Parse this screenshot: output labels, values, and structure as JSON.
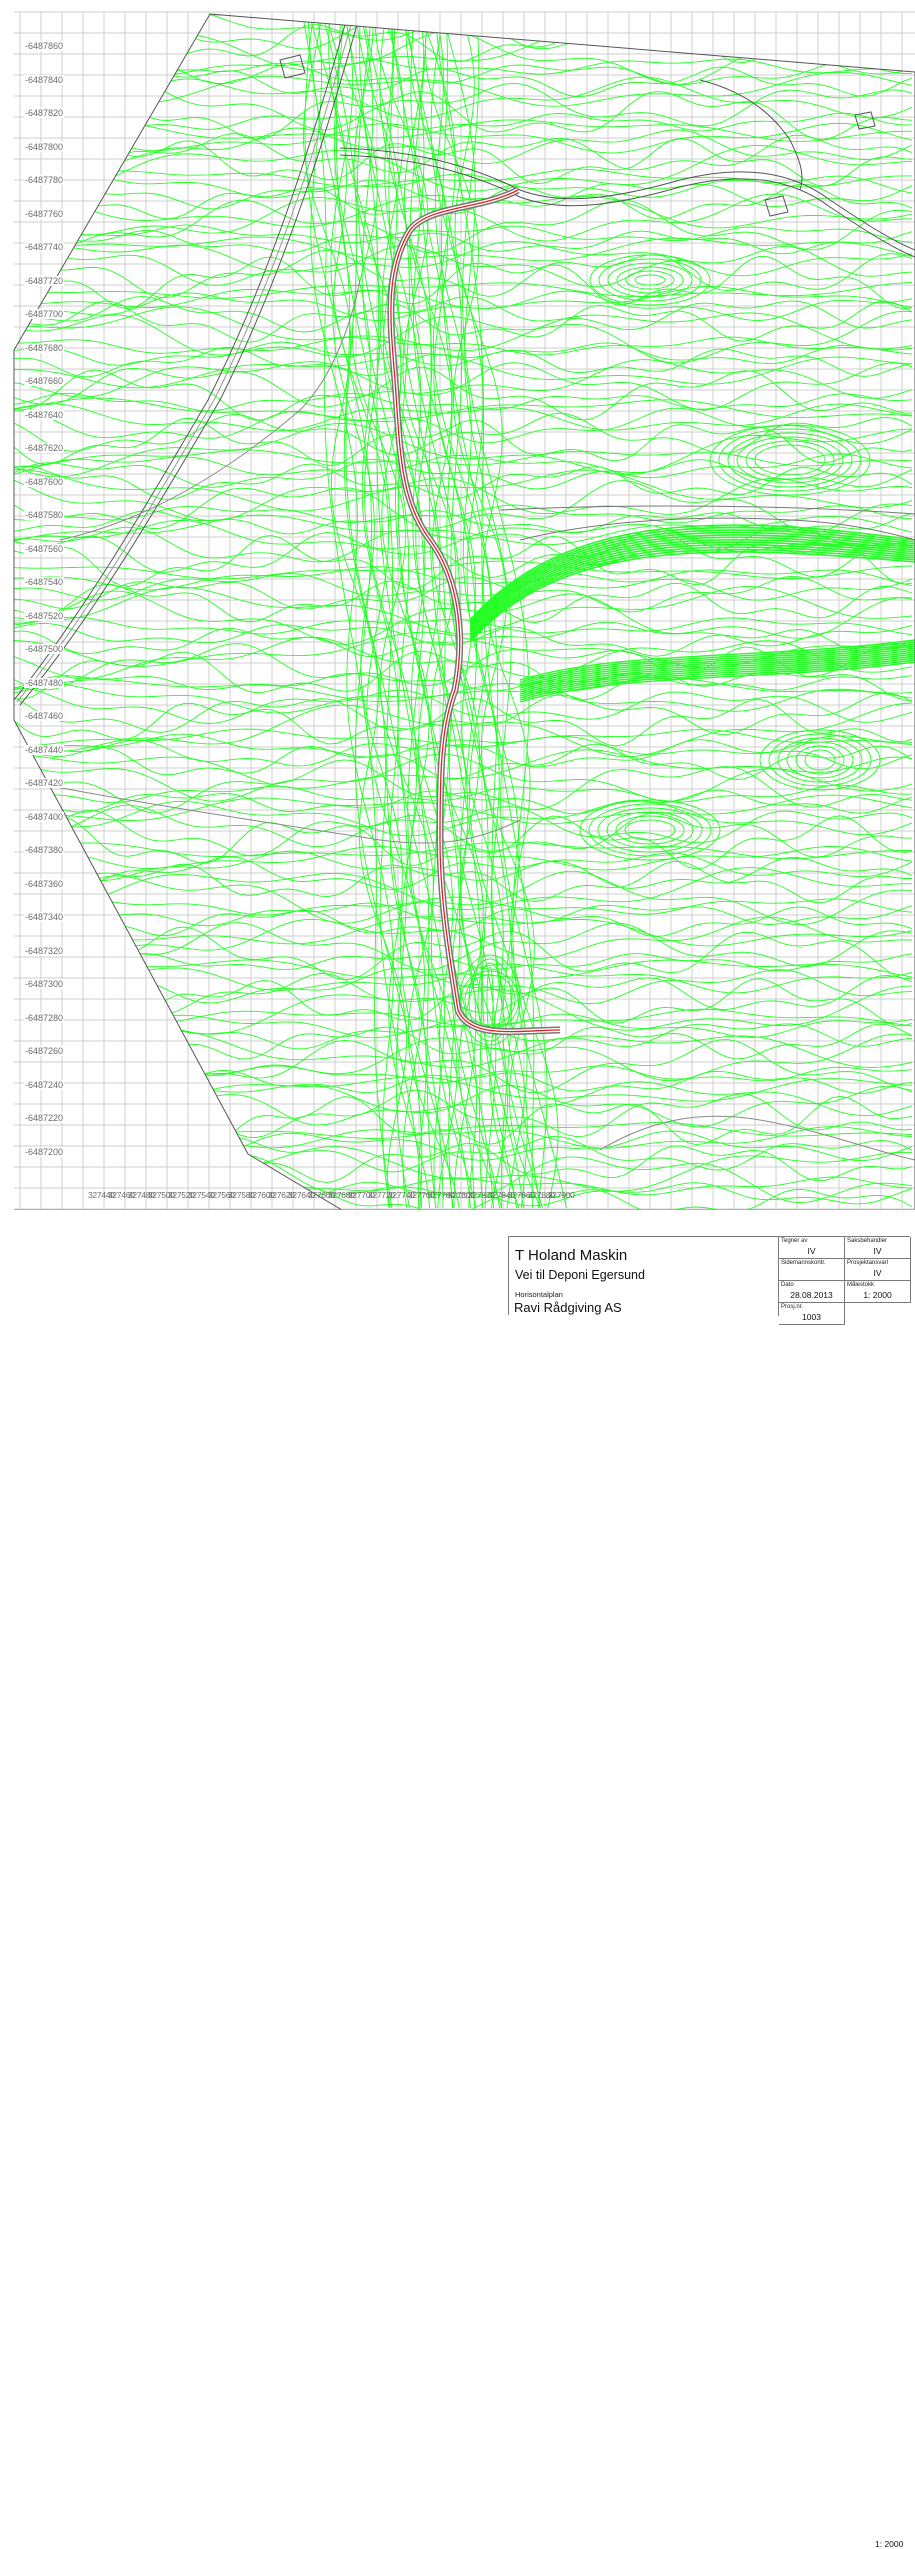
{
  "map": {
    "background": "#ffffff",
    "contour_color": "#22ff22",
    "road_color": "#555555",
    "alignment_color": "#e02020",
    "grid_color": "#cfcfcf",
    "y_labels": [
      "-6487860",
      "-6487840",
      "-6487820",
      "-6487800",
      "-6487780",
      "-6487760",
      "-6487740",
      "-6487720",
      "-6487700",
      "-6487680",
      "-6487660",
      "-6487640",
      "-6487620",
      "-6487600",
      "-6487580",
      "-6487560",
      "-6487540",
      "-6487520",
      "-6487500",
      "-6487480",
      "-6487460",
      "-6487440",
      "-6487420",
      "-6487400",
      "-6487380",
      "-6487360",
      "-6487340",
      "-6487320",
      "-6487300",
      "-6487280",
      "-6487260",
      "-6487240",
      "-6487220",
      "-6487200"
    ],
    "x_labels": [
      "327440",
      "327460",
      "327480",
      "327500",
      "327520",
      "327540",
      "327560",
      "327580",
      "327600",
      "327620",
      "327640",
      "327660",
      "327680",
      "327700",
      "327720",
      "327740",
      "327760",
      "327780",
      "327800",
      "327820",
      "327840",
      "327860",
      "327880",
      "327900"
    ]
  },
  "title_block": {
    "company": "T Holand Maskin",
    "project": "Vei til Deponi Egersund",
    "drawing_type": "Horisontalplan",
    "firm": "Ravi Rådgiving AS",
    "fields": {
      "tegner_label": "Tegner av",
      "tegner_value": "IV",
      "saksbehandler_label": "Saksbehandler",
      "saksbehandler_value": "IV",
      "sidemann_label": "Sidemannskontr.",
      "sidemann_value": "",
      "prosjektansvarlig_label": "Prosjektansvarl",
      "prosjektansvarlig_value": "IV",
      "dato_label": "Dato",
      "dato_value": "28.08.2013",
      "malestokk_label": "Målestokk",
      "malestokk_value": "1: 2000",
      "prosjnr_label": "Prosj.nr.",
      "prosjnr_value": "1003",
      "malestokk2_value": "1: 2000"
    }
  }
}
